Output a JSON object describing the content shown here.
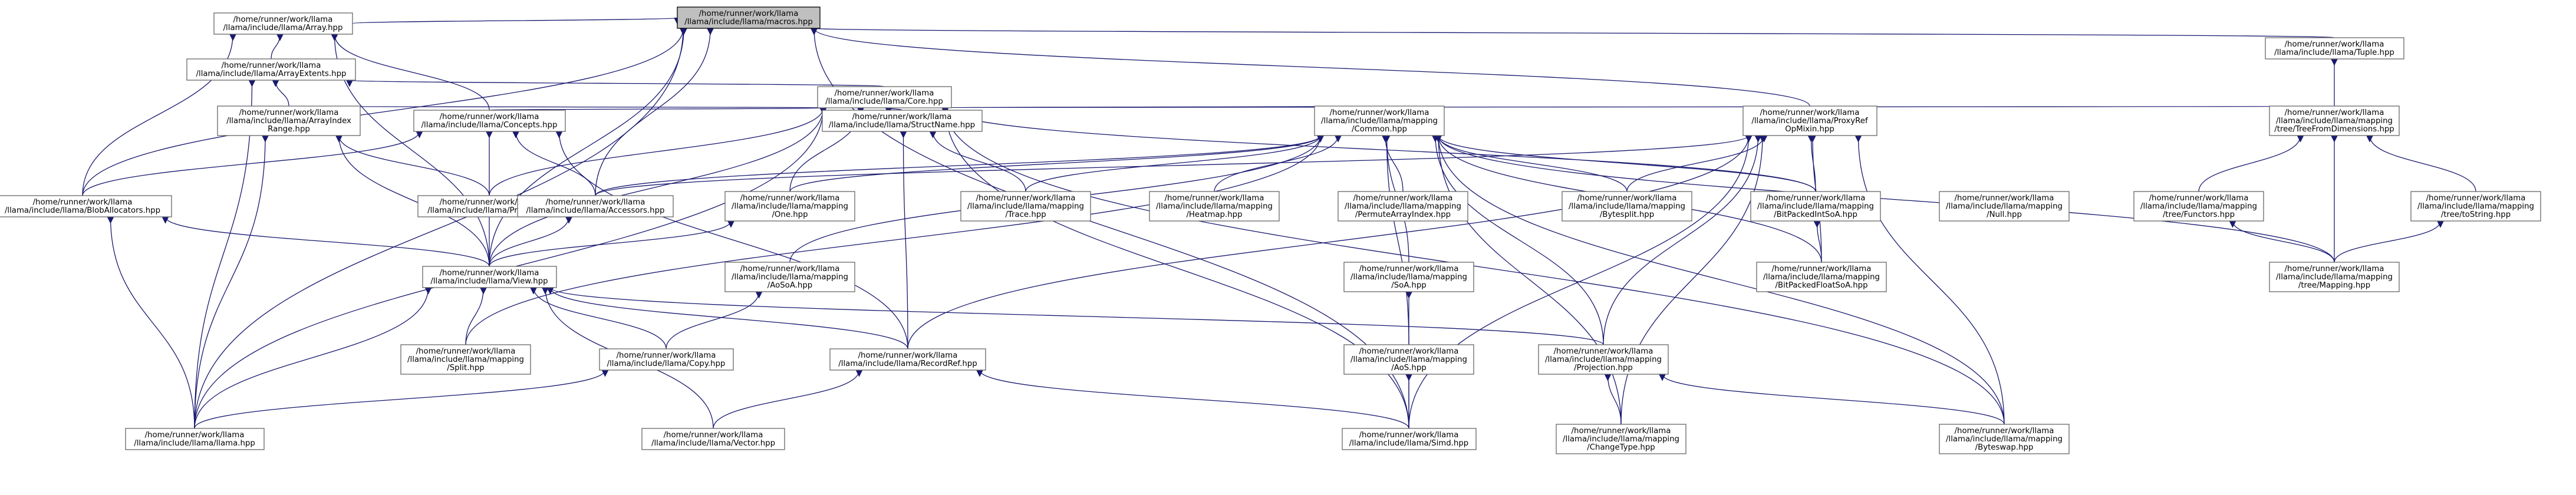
{
  "colors": {
    "edge": "#191970",
    "node_border": "#666666",
    "root_fill": "#bfbfbf",
    "background": "#ffffff"
  },
  "nodes": [
    {
      "id": "macros",
      "lines": [
        "/home/runner/work/llama",
        "/llama/include/llama/macros.hpp"
      ],
      "highlight": true
    },
    {
      "id": "array",
      "lines": [
        "/home/runner/work/llama",
        "/llama/include/llama/Array.hpp"
      ]
    },
    {
      "id": "arrayextents",
      "lines": [
        "/home/runner/work/llama",
        "/llama/include/llama/ArrayExtents.hpp"
      ]
    },
    {
      "id": "core",
      "lines": [
        "/home/runner/work/llama",
        "/llama/include/llama/Core.hpp"
      ]
    },
    {
      "id": "tuple",
      "lines": [
        "/home/runner/work/llama",
        "/llama/include/llama/Tuple.hpp"
      ]
    },
    {
      "id": "arrayindexrange",
      "lines": [
        "/home/runner/work/llama",
        "/llama/include/llama/ArrayIndex",
        "Range.hpp"
      ]
    },
    {
      "id": "concepts",
      "lines": [
        "/home/runner/work/llama",
        "/llama/include/llama/Concepts.hpp"
      ]
    },
    {
      "id": "structname",
      "lines": [
        "/home/runner/work/llama",
        "/llama/include/llama/StructName.hpp"
      ]
    },
    {
      "id": "common",
      "lines": [
        "/home/runner/work/llama",
        "/llama/include/llama/mapping",
        "/Common.hpp"
      ]
    },
    {
      "id": "proxyref",
      "lines": [
        "/home/runner/work/llama",
        "/llama/include/llama/ProxyRef",
        "OpMixin.hpp"
      ]
    },
    {
      "id": "treefromdims",
      "lines": [
        "/home/runner/work/llama",
        "/llama/include/llama/mapping",
        "/tree/TreeFromDimensions.hpp"
      ]
    },
    {
      "id": "blobs",
      "lines": [
        "/home/runner/work/llama",
        "/llama/include/llama/BlobAllocators.hpp"
      ]
    },
    {
      "id": "proofs",
      "lines": [
        "/home/runner/work/llama",
        "/llama/include/llama/Proofs.hpp"
      ]
    },
    {
      "id": "accessors",
      "lines": [
        "/home/runner/work/llama",
        "/llama/include/llama/Accessors.hpp"
      ]
    },
    {
      "id": "one",
      "lines": [
        "/home/runner/work/llama",
        "/llama/include/llama/mapping",
        "/One.hpp"
      ]
    },
    {
      "id": "trace",
      "lines": [
        "/home/runner/work/llama",
        "/llama/include/llama/mapping",
        "/Trace.hpp"
      ]
    },
    {
      "id": "heatmap",
      "lines": [
        "/home/runner/work/llama",
        "/llama/include/llama/mapping",
        "/Heatmap.hpp"
      ]
    },
    {
      "id": "permute",
      "lines": [
        "/home/runner/work/llama",
        "/llama/include/llama/mapping",
        "/PermuteArrayIndex.hpp"
      ]
    },
    {
      "id": "bytesplit",
      "lines": [
        "/home/runner/work/llama",
        "/llama/include/llama/mapping",
        "/Bytesplit.hpp"
      ]
    },
    {
      "id": "bitpackedint",
      "lines": [
        "/home/runner/work/llama",
        "/llama/include/llama/mapping",
        "/BitPackedIntSoA.hpp"
      ]
    },
    {
      "id": "null",
      "lines": [
        "/home/runner/work/llama",
        "/llama/include/llama/mapping",
        "/Null.hpp"
      ]
    },
    {
      "id": "functors",
      "lines": [
        "/home/runner/work/llama",
        "/llama/include/llama/mapping",
        "/tree/Functors.hpp"
      ]
    },
    {
      "id": "tostring",
      "lines": [
        "/home/runner/work/llama",
        "/llama/include/llama/mapping",
        "/tree/toString.hpp"
      ]
    },
    {
      "id": "view",
      "lines": [
        "/home/runner/work/llama",
        "/llama/include/llama/View.hpp"
      ]
    },
    {
      "id": "aosoa",
      "lines": [
        "/home/runner/work/llama",
        "/llama/include/llama/mapping",
        "/AoSoA.hpp"
      ]
    },
    {
      "id": "soa",
      "lines": [
        "/home/runner/work/llama",
        "/llama/include/llama/mapping",
        "/SoA.hpp"
      ]
    },
    {
      "id": "bitpackedfloat",
      "lines": [
        "/home/runner/work/llama",
        "/llama/include/llama/mapping",
        "/BitPackedFloatSoA.hpp"
      ]
    },
    {
      "id": "treemapping",
      "lines": [
        "/home/runner/work/llama",
        "/llama/include/llama/mapping",
        "/tree/Mapping.hpp"
      ]
    },
    {
      "id": "split",
      "lines": [
        "/home/runner/work/llama",
        "/llama/include/llama/mapping",
        "/Split.hpp"
      ]
    },
    {
      "id": "copy",
      "lines": [
        "/home/runner/work/llama",
        "/llama/include/llama/Copy.hpp"
      ]
    },
    {
      "id": "recordref",
      "lines": [
        "/home/runner/work/llama",
        "/llama/include/llama/RecordRef.hpp"
      ]
    },
    {
      "id": "aos",
      "lines": [
        "/home/runner/work/llama",
        "/llama/include/llama/mapping",
        "/AoS.hpp"
      ]
    },
    {
      "id": "projection",
      "lines": [
        "/home/runner/work/llama",
        "/llama/include/llama/mapping",
        "/Projection.hpp"
      ]
    },
    {
      "id": "llama",
      "lines": [
        "/home/runner/work/llama",
        "/llama/include/llama/llama.hpp"
      ]
    },
    {
      "id": "vector",
      "lines": [
        "/home/runner/work/llama",
        "/llama/include/llama/Vector.hpp"
      ]
    },
    {
      "id": "simd",
      "lines": [
        "/home/runner/work/llama",
        "/llama/include/llama/Simd.hpp"
      ]
    },
    {
      "id": "changetype",
      "lines": [
        "/home/runner/work/llama",
        "/llama/include/llama/mapping",
        "/ChangeType.hpp"
      ]
    },
    {
      "id": "byteswap",
      "lines": [
        "/home/runner/work/llama",
        "/llama/include/llama/mapping",
        "/Byteswap.hpp"
      ]
    }
  ],
  "edges": [
    [
      "array",
      "macros"
    ],
    [
      "view",
      "macros"
    ],
    [
      "llama",
      "macros"
    ],
    [
      "blobs",
      "macros"
    ],
    [
      "accessors",
      "macros"
    ],
    [
      "proxyref",
      "macros"
    ],
    [
      "tuple",
      "macros"
    ],
    [
      "simd",
      "macros"
    ],
    [
      "arrayextents",
      "array"
    ],
    [
      "concepts",
      "array"
    ],
    [
      "blobs",
      "array"
    ],
    [
      "view",
      "array"
    ],
    [
      "core",
      "arrayextents"
    ],
    [
      "arrayindexrange",
      "arrayextents"
    ],
    [
      "llama",
      "arrayextents"
    ],
    [
      "concepts",
      "core"
    ],
    [
      "arrayindexrange",
      "core"
    ],
    [
      "structname",
      "core"
    ],
    [
      "common",
      "core"
    ],
    [
      "treefromdims",
      "core"
    ],
    [
      "proofs",
      "core"
    ],
    [
      "one",
      "core"
    ],
    [
      "view",
      "core"
    ],
    [
      "llama",
      "core"
    ],
    [
      "simd",
      "core"
    ],
    [
      "byteswap",
      "core"
    ],
    [
      "bitpackedint",
      "core"
    ],
    [
      "treefromdims",
      "tuple"
    ],
    [
      "proofs",
      "arrayindexrange"
    ],
    [
      "view",
      "arrayindexrange"
    ],
    [
      "llama",
      "arrayindexrange"
    ],
    [
      "blobs",
      "concepts"
    ],
    [
      "accessors",
      "concepts"
    ],
    [
      "view",
      "concepts"
    ],
    [
      "recordref",
      "concepts"
    ],
    [
      "trace",
      "structname"
    ],
    [
      "recordref",
      "structname"
    ],
    [
      "accessors",
      "common"
    ],
    [
      "one",
      "common"
    ],
    [
      "trace",
      "common"
    ],
    [
      "heatmap",
      "common"
    ],
    [
      "permute",
      "common"
    ],
    [
      "bytesplit",
      "common"
    ],
    [
      "bitpackedint",
      "common"
    ],
    [
      "aosoa",
      "common"
    ],
    [
      "soa",
      "common"
    ],
    [
      "aos",
      "common"
    ],
    [
      "projection",
      "common"
    ],
    [
      "changetype",
      "common"
    ],
    [
      "byteswap",
      "common"
    ],
    [
      "split",
      "common"
    ],
    [
      "bitpackedfloat",
      "common"
    ],
    [
      "treemapping",
      "common"
    ],
    [
      "accessors",
      "proxyref"
    ],
    [
      "bytesplit",
      "proxyref"
    ],
    [
      "bitpackedint",
      "proxyref"
    ],
    [
      "bitpackedfloat",
      "proxyref"
    ],
    [
      "recordref",
      "proxyref"
    ],
    [
      "simd",
      "proxyref"
    ],
    [
      "changetype",
      "proxyref"
    ],
    [
      "byteswap",
      "proxyref"
    ],
    [
      "projection",
      "proxyref"
    ],
    [
      "functors",
      "treefromdims"
    ],
    [
      "tostring",
      "treefromdims"
    ],
    [
      "treemapping",
      "treefromdims"
    ],
    [
      "treemapping",
      "functors"
    ],
    [
      "treemapping",
      "tostring"
    ],
    [
      "view",
      "blobs"
    ],
    [
      "llama",
      "blobs"
    ],
    [
      "view",
      "accessors"
    ],
    [
      "view",
      "one"
    ],
    [
      "bitpackedfloat",
      "bitpackedint"
    ],
    [
      "split",
      "view"
    ],
    [
      "copy",
      "view"
    ],
    [
      "recordref",
      "view"
    ],
    [
      "vector",
      "view"
    ],
    [
      "llama",
      "view"
    ],
    [
      "projection",
      "view"
    ],
    [
      "copy",
      "aosoa"
    ],
    [
      "simd",
      "soa"
    ],
    [
      "llama",
      "copy"
    ],
    [
      "vector",
      "recordref"
    ],
    [
      "simd",
      "recordref"
    ],
    [
      "simd",
      "aos"
    ],
    [
      "changetype",
      "projection"
    ],
    [
      "byteswap",
      "projection"
    ]
  ]
}
